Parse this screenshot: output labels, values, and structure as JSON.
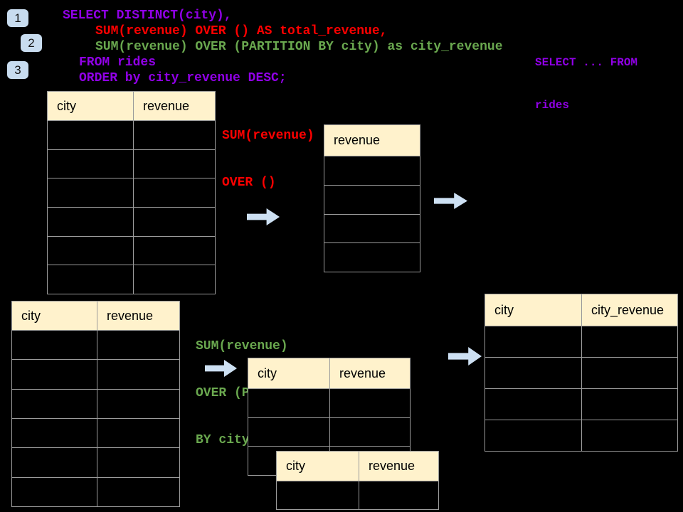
{
  "colors": {
    "bg": "#000000",
    "purple": "#9000E6",
    "red": "#FF0000",
    "green": "#6AA84F",
    "cream": "#FFF2CC",
    "grid": "#9B9B9B",
    "arrow": "#CDE0F3",
    "badge": "#C8DCEF"
  },
  "steps": {
    "one": "1",
    "two": "2",
    "three": "3"
  },
  "sql": {
    "line1": "SELECT DISTINCT(city),",
    "line2": "SUM(revenue) OVER () AS total_revenue,",
    "line3": "SUM(revenue) OVER (PARTITION BY city) as city_revenue",
    "line4": "FROM rides",
    "line5": "ORDER by city_revenue DESC;"
  },
  "side_note": {
    "line1": "SELECT ... FROM",
    "line2": "rides"
  },
  "annotations": {
    "total_line1": "SUM(revenue)",
    "total_line2": "OVER ()",
    "partition_line1": "SUM(revenue)",
    "partition_line2": "OVER (PARTITION",
    "partition_line3": "BY city)"
  },
  "tables": {
    "source_total": {
      "columns": [
        "city",
        "revenue"
      ],
      "rows": 6
    },
    "total_result": {
      "columns": [
        "revenue"
      ],
      "rows": 4
    },
    "partition_source": {
      "columns": [
        "city",
        "revenue"
      ],
      "rows": 6
    },
    "partition_mid": {
      "columns": [
        "city",
        "revenue"
      ],
      "rows": 3
    },
    "partition_front": {
      "columns": [
        "city",
        "revenue"
      ],
      "rows": 1
    },
    "city_result": {
      "columns": [
        "city",
        "city_revenue"
      ],
      "rows": 4
    }
  }
}
